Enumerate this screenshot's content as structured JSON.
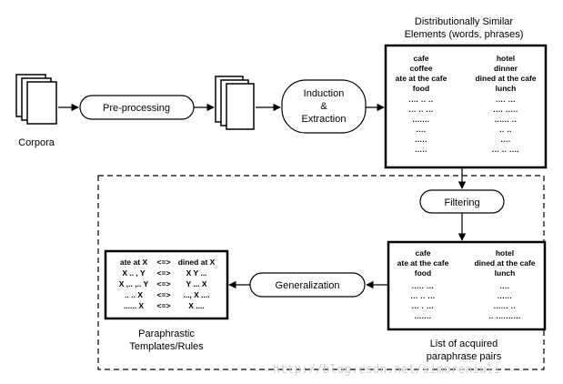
{
  "labels": {
    "corpora": "Corpora",
    "preprocessing": "Pre-processing",
    "induction_1": "Induction",
    "induction_2": "&",
    "induction_3": "Extraction",
    "dist_title_1": "Distributionally Similar",
    "dist_title_2": "Elements (words, phrases)",
    "filtering": "Filtering",
    "generalization": "Generalization",
    "list_caption_1": "List of acquired",
    "list_caption_2": "paraphrase pairs",
    "templates_caption_1": "Paraphrastic",
    "templates_caption_2": "Templates/Rules"
  },
  "dist_box": {
    "left": [
      "cafe",
      "coffee",
      "ate at the cafe",
      "food"
    ],
    "right": [
      "hotel",
      "dinner",
      "dined at the cafe",
      "lunch"
    ],
    "left_dots": [
      ".... .. ..",
      "... .. ...",
      ".......",
      "....",
      ".....",
      "....."
    ],
    "right_dots": [
      ".... ...",
      ".... .....",
      "...... ..",
      ".. ..",
      "....",
      "... .. ...."
    ]
  },
  "pairs_box": {
    "left": [
      "cafe",
      "ate at the cafe",
      "food"
    ],
    "right": [
      "hotel",
      "dined at the cafe",
      "lunch"
    ],
    "left_dots": [
      "..... ...",
      "... .. ...",
      "... . ...",
      "......."
    ],
    "right_dots": [
      "....",
      "......",
      "...... ..",
      ".. .........."
    ]
  },
  "templates_box": {
    "rows": [
      {
        "left": "ate at X",
        "op": "<=>",
        "right": "dined at X"
      },
      {
        "left": "X .. , Y",
        "op": "<=>",
        "right": "X Y ..."
      },
      {
        "left": "X ,.. ,.. Y",
        "op": "<=>",
        "right": "Y ... X"
      },
      {
        "left": ".. .. X",
        "op": "<=>",
        "right": "..., X ...."
      },
      {
        "left": "...... X",
        "op": "<=>",
        "right": "X ...."
      }
    ]
  },
  "watermark": "http://blog.csdn.net/simoreniuli"
}
